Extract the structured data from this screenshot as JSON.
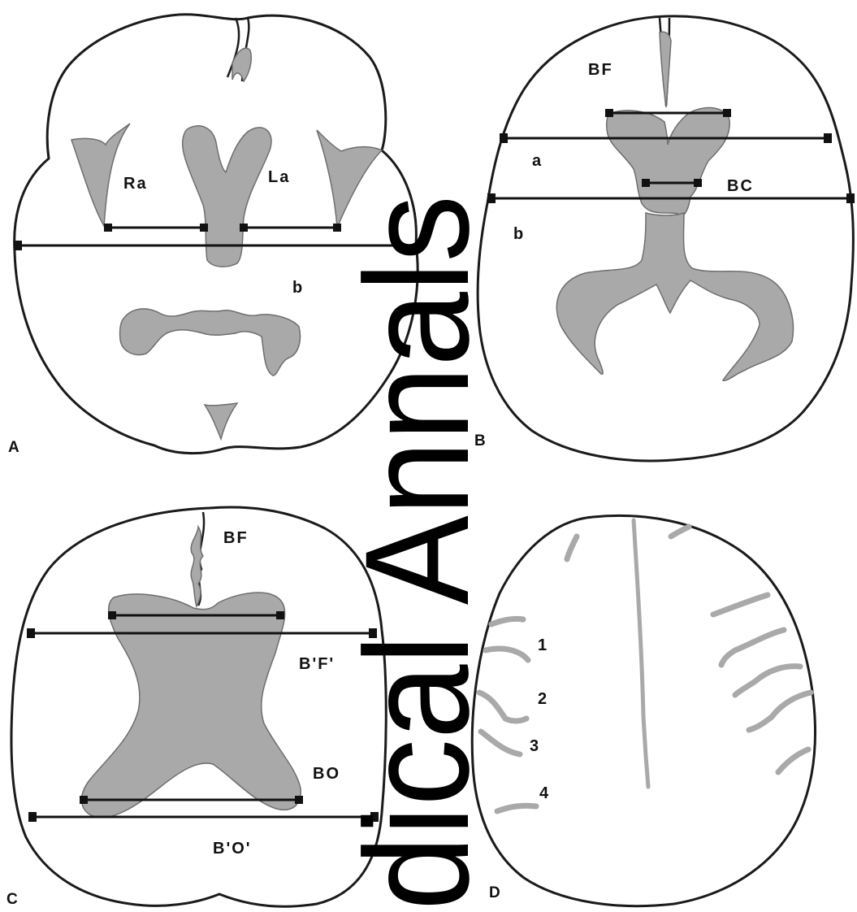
{
  "panels": {
    "A": {
      "label": "A",
      "measure_labels": {
        "ra": "Ra",
        "la": "La",
        "b": "b"
      }
    },
    "B": {
      "label": "B",
      "measure_labels": {
        "bf": "BF",
        "a": "a",
        "bc": "BC",
        "b": "b"
      }
    },
    "C": {
      "label": "C",
      "measure_labels": {
        "bf": "BF",
        "bf_prime": "B'F'",
        "bo": "BO",
        "bo_prime": "B'O'"
      }
    },
    "D": {
      "label": "D",
      "sulcus_numbers": [
        "1",
        "2",
        "3",
        "4"
      ]
    }
  },
  "watermark": "dical Annals",
  "colors": {
    "ventricle_fill": "#a9a9a9",
    "outline": "#1a1a1a",
    "measurement_line": "#111111"
  }
}
